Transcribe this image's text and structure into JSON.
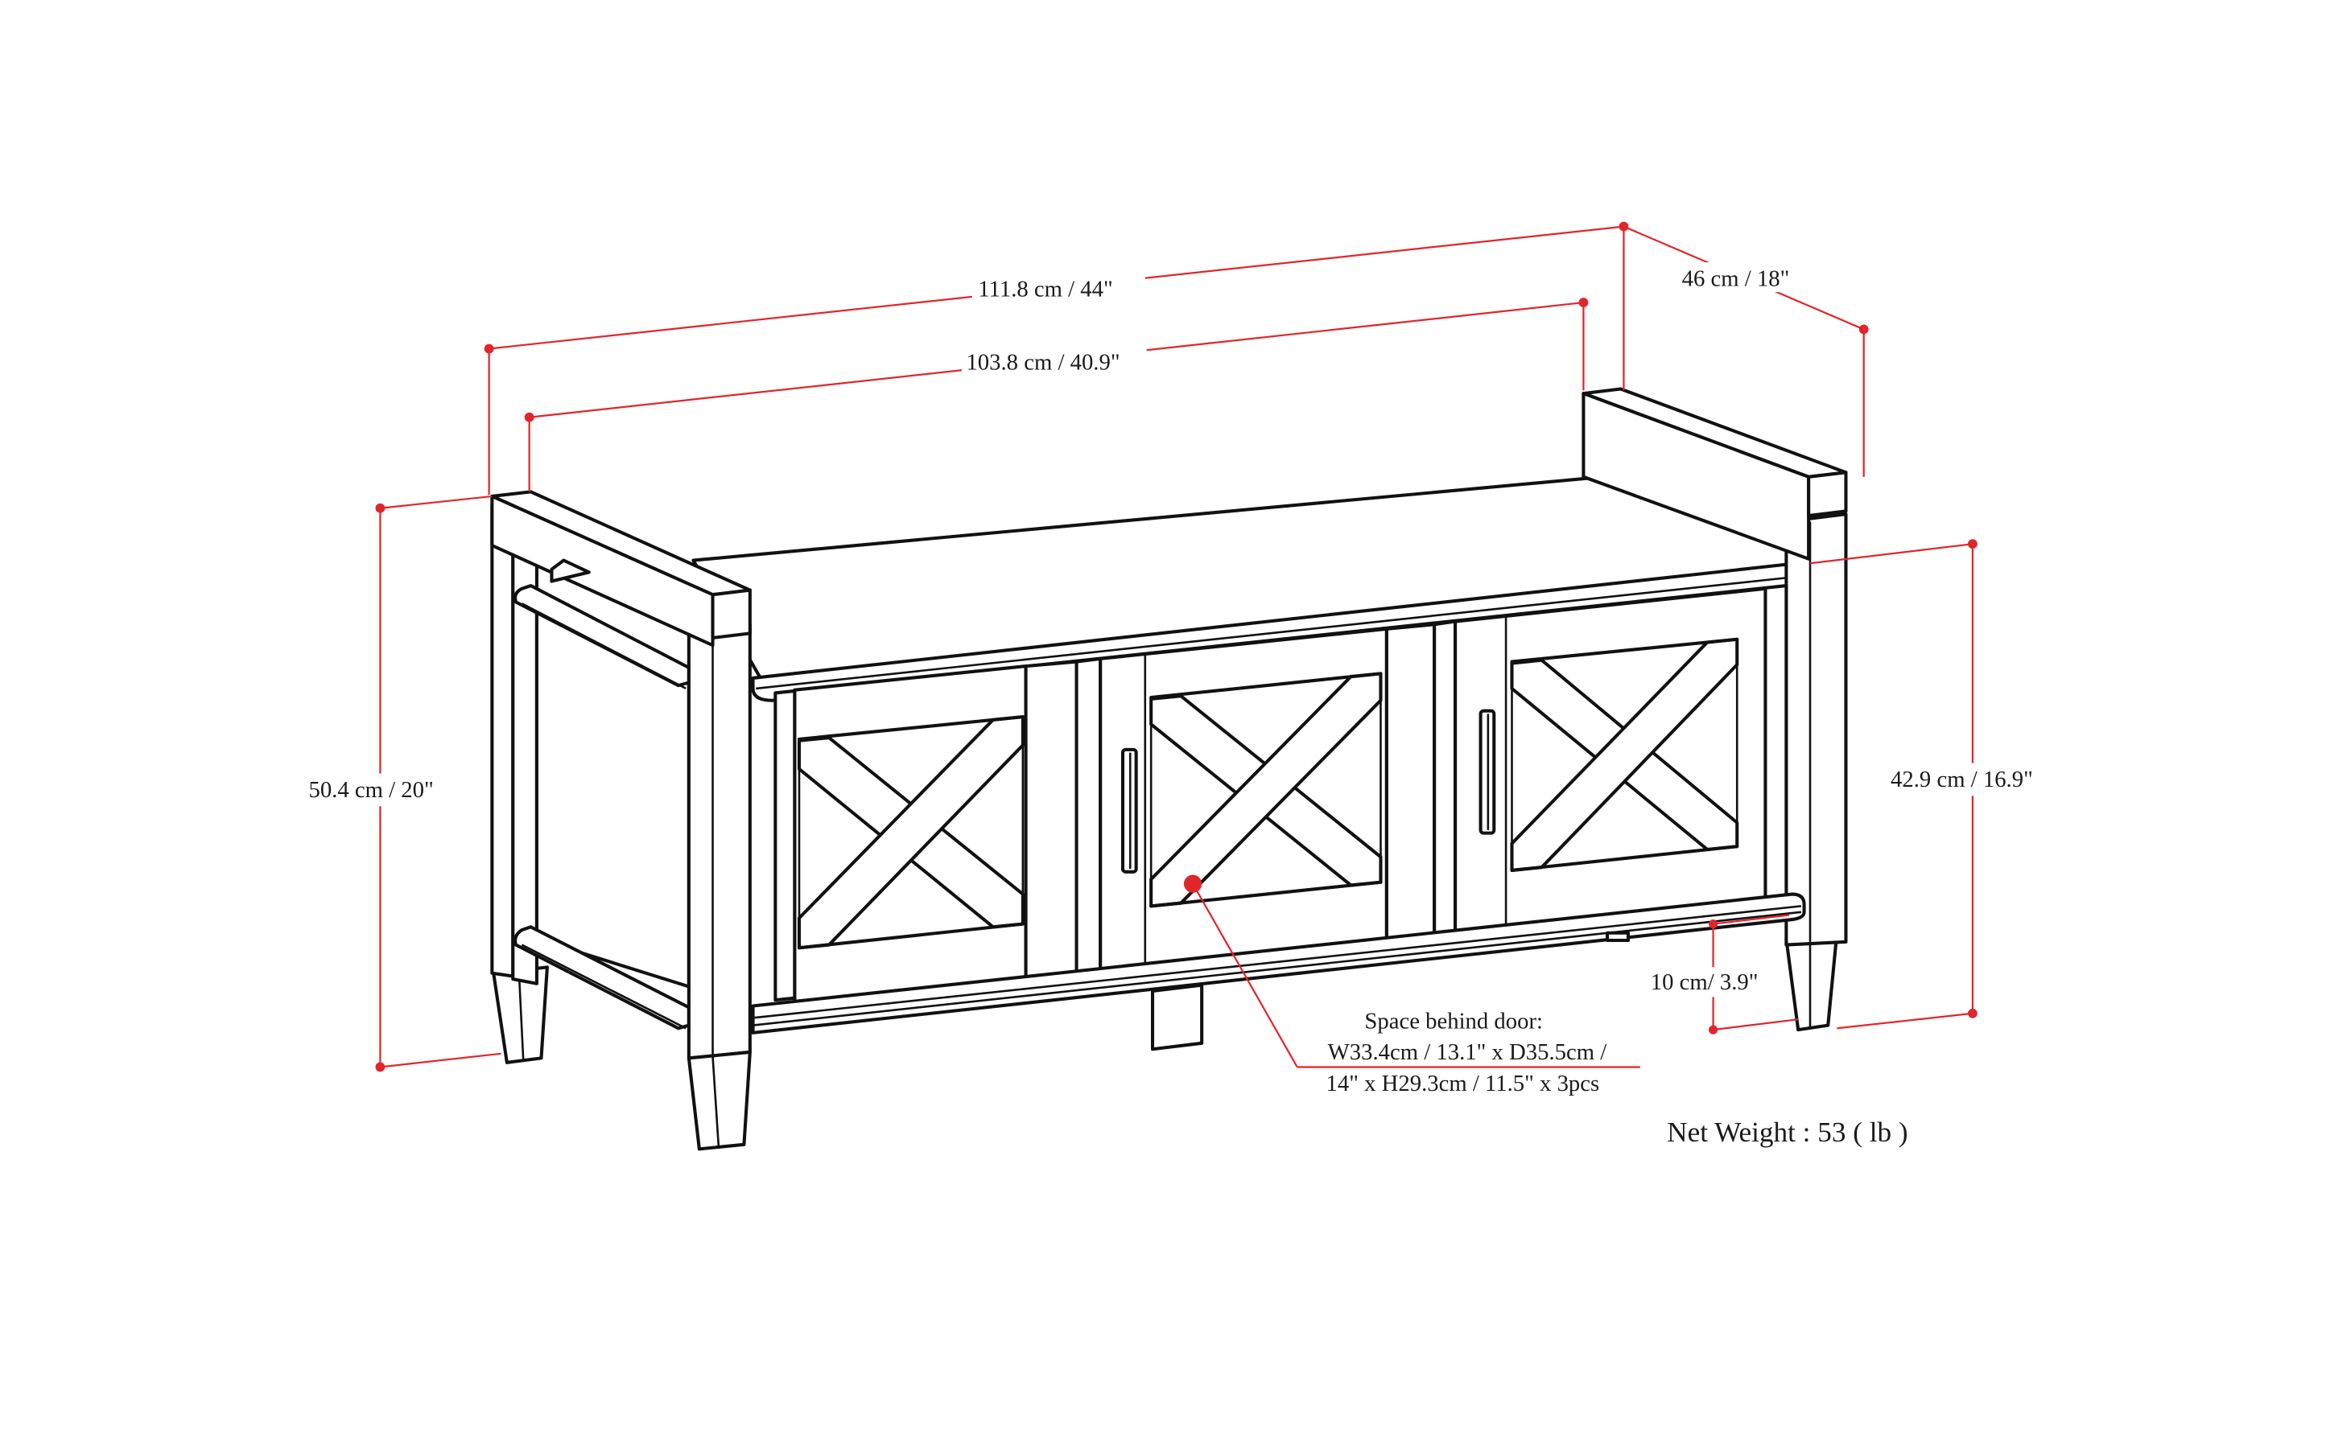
{
  "diagram": {
    "subject": "Storage bench with three X-panel doors and armrests",
    "colors": {
      "line": "#111111",
      "dimension": "#e0262b",
      "background": "#ffffff"
    },
    "dimensions": {
      "overall_width": "111.8 cm / 44\"",
      "inner_width": "103.8 cm / 40.9\"",
      "depth": "46 cm / 18\"",
      "overall_height": "50.4 cm / 20\"",
      "seat_height": "42.9 cm / 16.9\"",
      "leg_clearance": "10 cm/ 3.9\""
    },
    "callout": {
      "title": "Space behind door:",
      "line1": "W33.4cm / 13.1\" x D35.5cm /",
      "line2": "14\" x H29.3cm / 11.5\" x 3pcs"
    },
    "net_weight": "Net Weight : 53 ( lb )",
    "doors": [
      {
        "name": "left-door",
        "pattern": "X-brace",
        "handle": "vertical-bar-pull"
      },
      {
        "name": "center-door",
        "pattern": "X-brace",
        "handle": "vertical-bar-pull"
      },
      {
        "name": "right-door",
        "pattern": "X-brace",
        "handle": "vertical-bar-pull"
      }
    ]
  }
}
